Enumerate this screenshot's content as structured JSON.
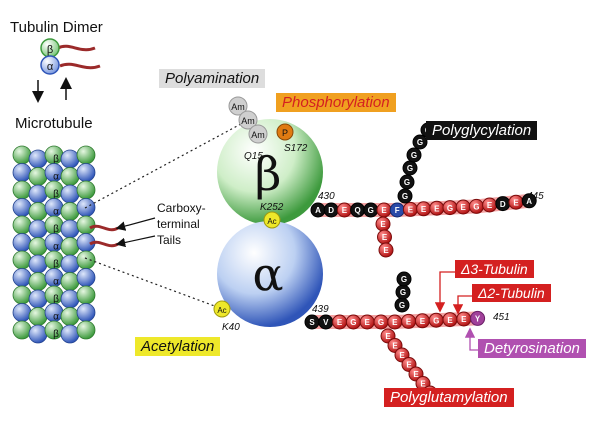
{
  "labels": {
    "tubulin_dimer": "Tubulin Dimer",
    "microtubule": "Microtubule",
    "carboxy_terminal_tails": "Carboxy-\nterminal\nTails",
    "alpha_symbol": "α",
    "beta_symbol": "β"
  },
  "ptm_labels": {
    "polyamination": "Polyamination",
    "phosphorylation": "Phosphorylation",
    "polyglycylation": "Polyglycylation",
    "acetylation": "Acetylation",
    "delta3": "Δ3-Tubulin",
    "delta2": "Δ2-Tubulin",
    "detyrosination": "Detyrosination",
    "polyglutamylation": "Polyglutamylation"
  },
  "site_labels": {
    "q15": "Q15",
    "s172": "S172",
    "k252": "K252",
    "k40": "K40",
    "beta_start": "430",
    "beta_end": "445",
    "alpha_start": "439",
    "alpha_end": "451"
  },
  "mod_badges": {
    "am": "Am",
    "p": "P",
    "ac": "Ac"
  },
  "beta_tail": [
    "A",
    "D",
    "E",
    "Q",
    "G",
    "E",
    "F",
    "E",
    "E",
    "E",
    "G",
    "E",
    "G",
    "E",
    "D",
    "E",
    "A"
  ],
  "beta_branch_glu": [
    "E",
    "E",
    "E"
  ],
  "beta_branch_gly": [
    "G",
    "G",
    "G",
    "G",
    "G",
    "G"
  ],
  "alpha_tail": [
    "S",
    "V",
    "E",
    "G",
    "E",
    "G",
    "E",
    "E",
    "E",
    "G",
    "E",
    "E",
    "Y"
  ],
  "alpha_branch_gly": [
    "G",
    "G",
    "G"
  ],
  "alpha_branch_glu": [
    "E",
    "E",
    "E",
    "E",
    "E",
    "E",
    "E"
  ],
  "colors": {
    "alpha_subunit": "#3a5fc0",
    "beta_subunit": "#3d9a3d",
    "tail_residue": "#c81e1e",
    "gly_residue": "#111111",
    "phe_residue": "#2a4aa8",
    "tyr_residue": "#a0409a",
    "acetyl": "#e8e31a",
    "phospho": "#e07b12",
    "amine": "#cccccc",
    "label_polyamination": "#dddddd",
    "label_phosphorylation": "#f0a020",
    "label_polyglycylation": "#111111",
    "label_acetylation": "#eee82a",
    "label_delta": "#d42020",
    "label_detyrosination": "#b050b0",
    "label_polyglutamylation": "#d42020"
  }
}
